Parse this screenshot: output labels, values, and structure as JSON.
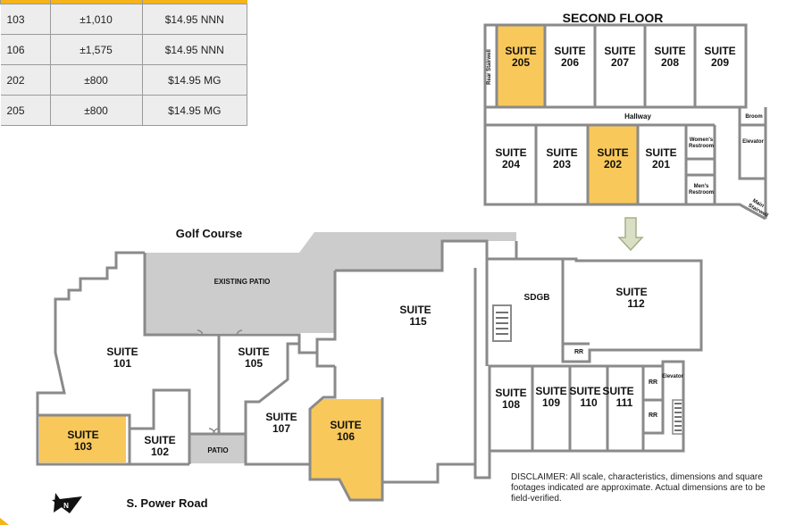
{
  "table": {
    "rows": [
      {
        "suite": "103",
        "size": "±1,010",
        "rate": "$14.95 NNN"
      },
      {
        "suite": "106",
        "size": "±1,575",
        "rate": "$14.95 NNN"
      },
      {
        "suite": "202",
        "size": "±800",
        "rate": "$14.95 MG"
      },
      {
        "suite": "205",
        "size": "±800",
        "rate": "$14.95 MG"
      }
    ]
  },
  "colors": {
    "highlight": "#f9c85a",
    "patio": "#cccccc",
    "wall": "#8a8a8a",
    "header": "#f4b41a"
  },
  "second_floor": {
    "title": "SECOND FLOOR",
    "suite_word": "SUITE",
    "units": [
      "205",
      "206",
      "207",
      "208",
      "209",
      "204",
      "203",
      "202",
      "201"
    ],
    "hallway": "Hallway",
    "broom": "Broom",
    "elevator": "Elevator",
    "womens_1": "Women's",
    "womens_2": "Restroom",
    "mens_1": "Men's",
    "mens_2": "Restroom",
    "rear_stairwell": "Rear Stairwell",
    "main_stairwell_1": "Main",
    "main_stairwell_2": "Stairwell"
  },
  "first_floor": {
    "golf_course": "Golf Course",
    "existing_patio": "EXISTING PATIO",
    "patio": "PATIO",
    "sdgb": "SDGB",
    "rr": "RR",
    "elevator": "Elevator",
    "units": [
      "101",
      "102",
      "103",
      "105",
      "106",
      "107",
      "108",
      "109",
      "110",
      "111",
      "112",
      "115"
    ]
  },
  "road": "S. Power Road",
  "compass_icon": "north-arrow-icon",
  "arrow_icon": "down-arrow-icon",
  "disclaimer": "DISCLAIMER: All scale, characteristics, dimensions and square footages indicated are approximate. Actual dimensions are to be field-verified."
}
